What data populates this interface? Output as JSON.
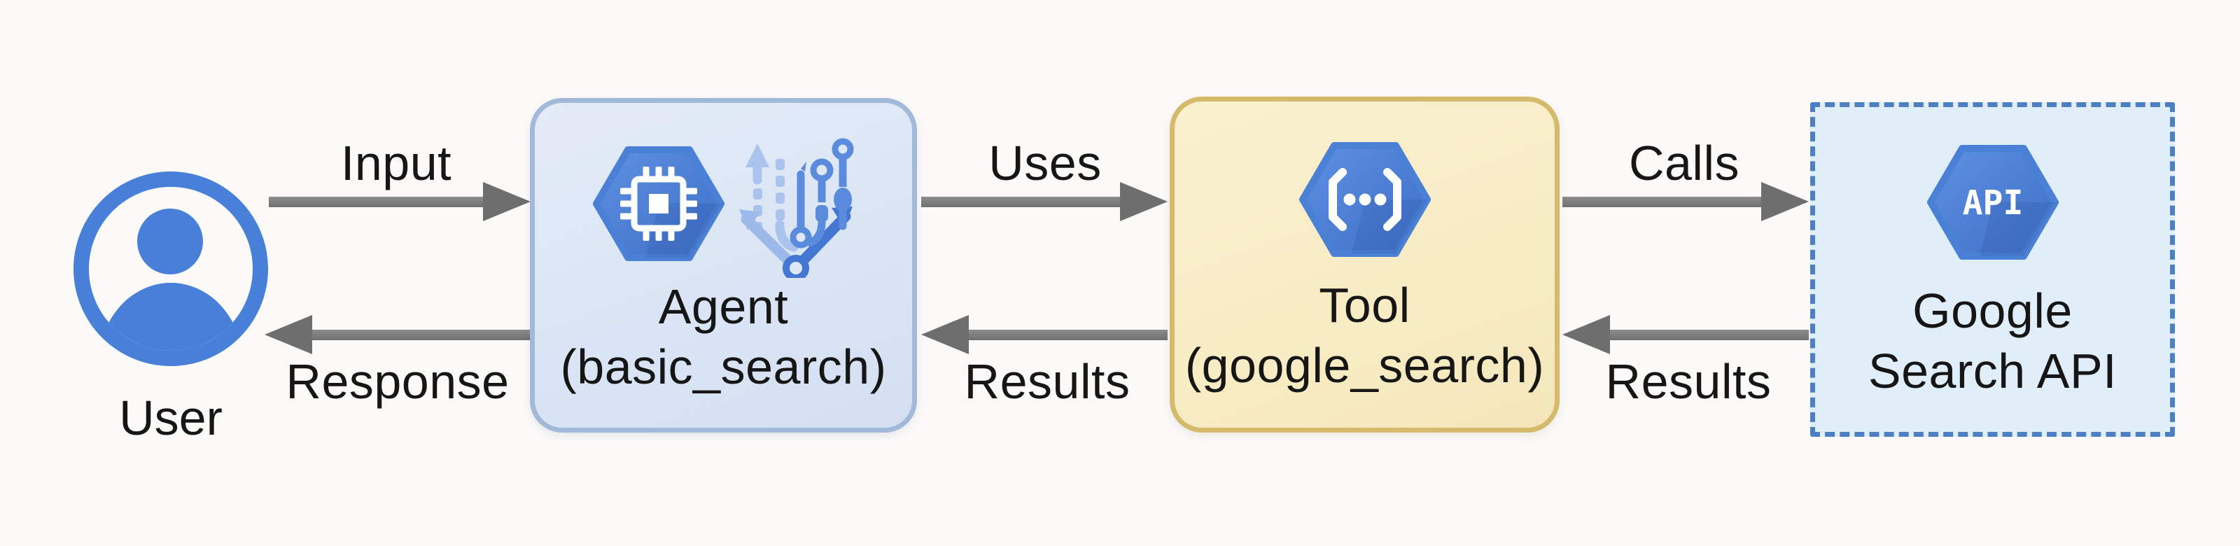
{
  "diagram": {
    "background": "#fbfaf9",
    "text_color": "#161616",
    "arrow_color": "#7c7c7c",
    "hexagon_blue": "#4a7fd4",
    "user": {
      "label": "User",
      "icon": "person-circle-icon",
      "color": "#4880d9"
    },
    "boxes": {
      "agent": {
        "title": "Agent",
        "subtitle": "(basic_search)",
        "fill": "#dde7f5",
        "border": "#a3b9d9",
        "icons": [
          "cpu-chip-hexagon-icon",
          "decision-tree-icon"
        ]
      },
      "tool": {
        "title": "Tool",
        "subtitle": "(google_search)",
        "fill": "#f8ecc5",
        "border": "#d5ba6c",
        "icons": [
          "code-brackets-hexagon-icon"
        ]
      },
      "api": {
        "title": "Google",
        "subtitle": "Search API",
        "hex_label": "API",
        "fill": "#e0eefa",
        "border": "#4d80c3",
        "border_style": "dashed",
        "icons": [
          "api-hexagon-icon"
        ]
      }
    },
    "edges": {
      "input": {
        "label": "Input",
        "direction": "right",
        "from": "user",
        "to": "agent"
      },
      "response": {
        "label": "Response",
        "direction": "left",
        "from": "agent",
        "to": "user"
      },
      "uses": {
        "label": "Uses",
        "direction": "right",
        "from": "agent",
        "to": "tool"
      },
      "results_tool_to_agent": {
        "label": "Results",
        "direction": "left",
        "from": "tool",
        "to": "agent"
      },
      "calls": {
        "label": "Calls",
        "direction": "right",
        "from": "tool",
        "to": "api"
      },
      "results_api_to_tool": {
        "label": "Results",
        "direction": "left",
        "from": "api",
        "to": "tool"
      }
    }
  }
}
